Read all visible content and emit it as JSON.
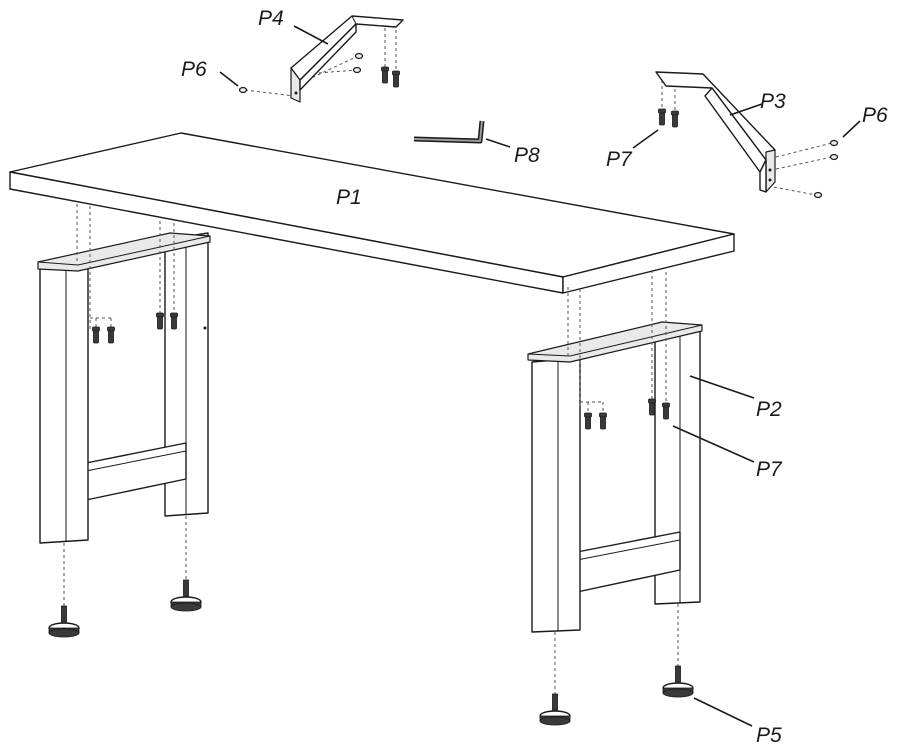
{
  "labels": {
    "p1": "P1",
    "p2": "P2",
    "p3": "P3",
    "p4": "P4",
    "p5": "P5",
    "p6_left": "P6",
    "p6_right": "P6",
    "p7_left": "P7",
    "p7_right": "P7",
    "p8": "P8"
  }
}
